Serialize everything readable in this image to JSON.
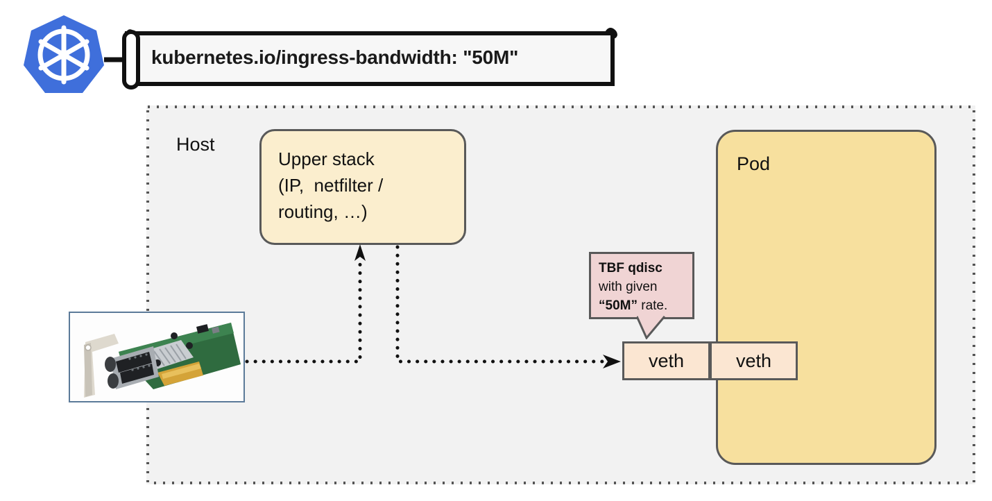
{
  "diagram": {
    "title_annotation": "kubernetes.io/ingress-bandwidth: \"50M\"",
    "logo": {
      "name": "kubernetes-logo",
      "color": "#3f6fdb"
    },
    "host": {
      "label": "Host",
      "fill": "#f2f2f2",
      "border_style": "dotted",
      "border_color": "#555555"
    },
    "upper_stack": {
      "line1": "Upper stack",
      "line2": "(IP,  netfilter /",
      "line3": "routing, …)",
      "fill": "#fbeece",
      "border_color": "#595959"
    },
    "pod": {
      "label": "Pod",
      "fill": "#f7e09e",
      "border_color": "#595959"
    },
    "veth": {
      "host_side_label": "veth",
      "pod_side_label": "veth",
      "fill": "#fbe6d2",
      "border_color": "#595959"
    },
    "tbf_callout": {
      "bold1": "TBF qdisc",
      "line2": "with given",
      "bold2": "“50M”",
      "line3_tail": " rate.",
      "fill": "#f0d4d4",
      "border_color": "#595959"
    },
    "nic": {
      "name": "network-interface-card-photo",
      "frame_color": "#5b7a99"
    },
    "connectors": {
      "dot_color": "#111111",
      "ingress_path_label": "nic-to-upper-stack",
      "egress_path_label": "upper-stack-to-veth"
    }
  }
}
